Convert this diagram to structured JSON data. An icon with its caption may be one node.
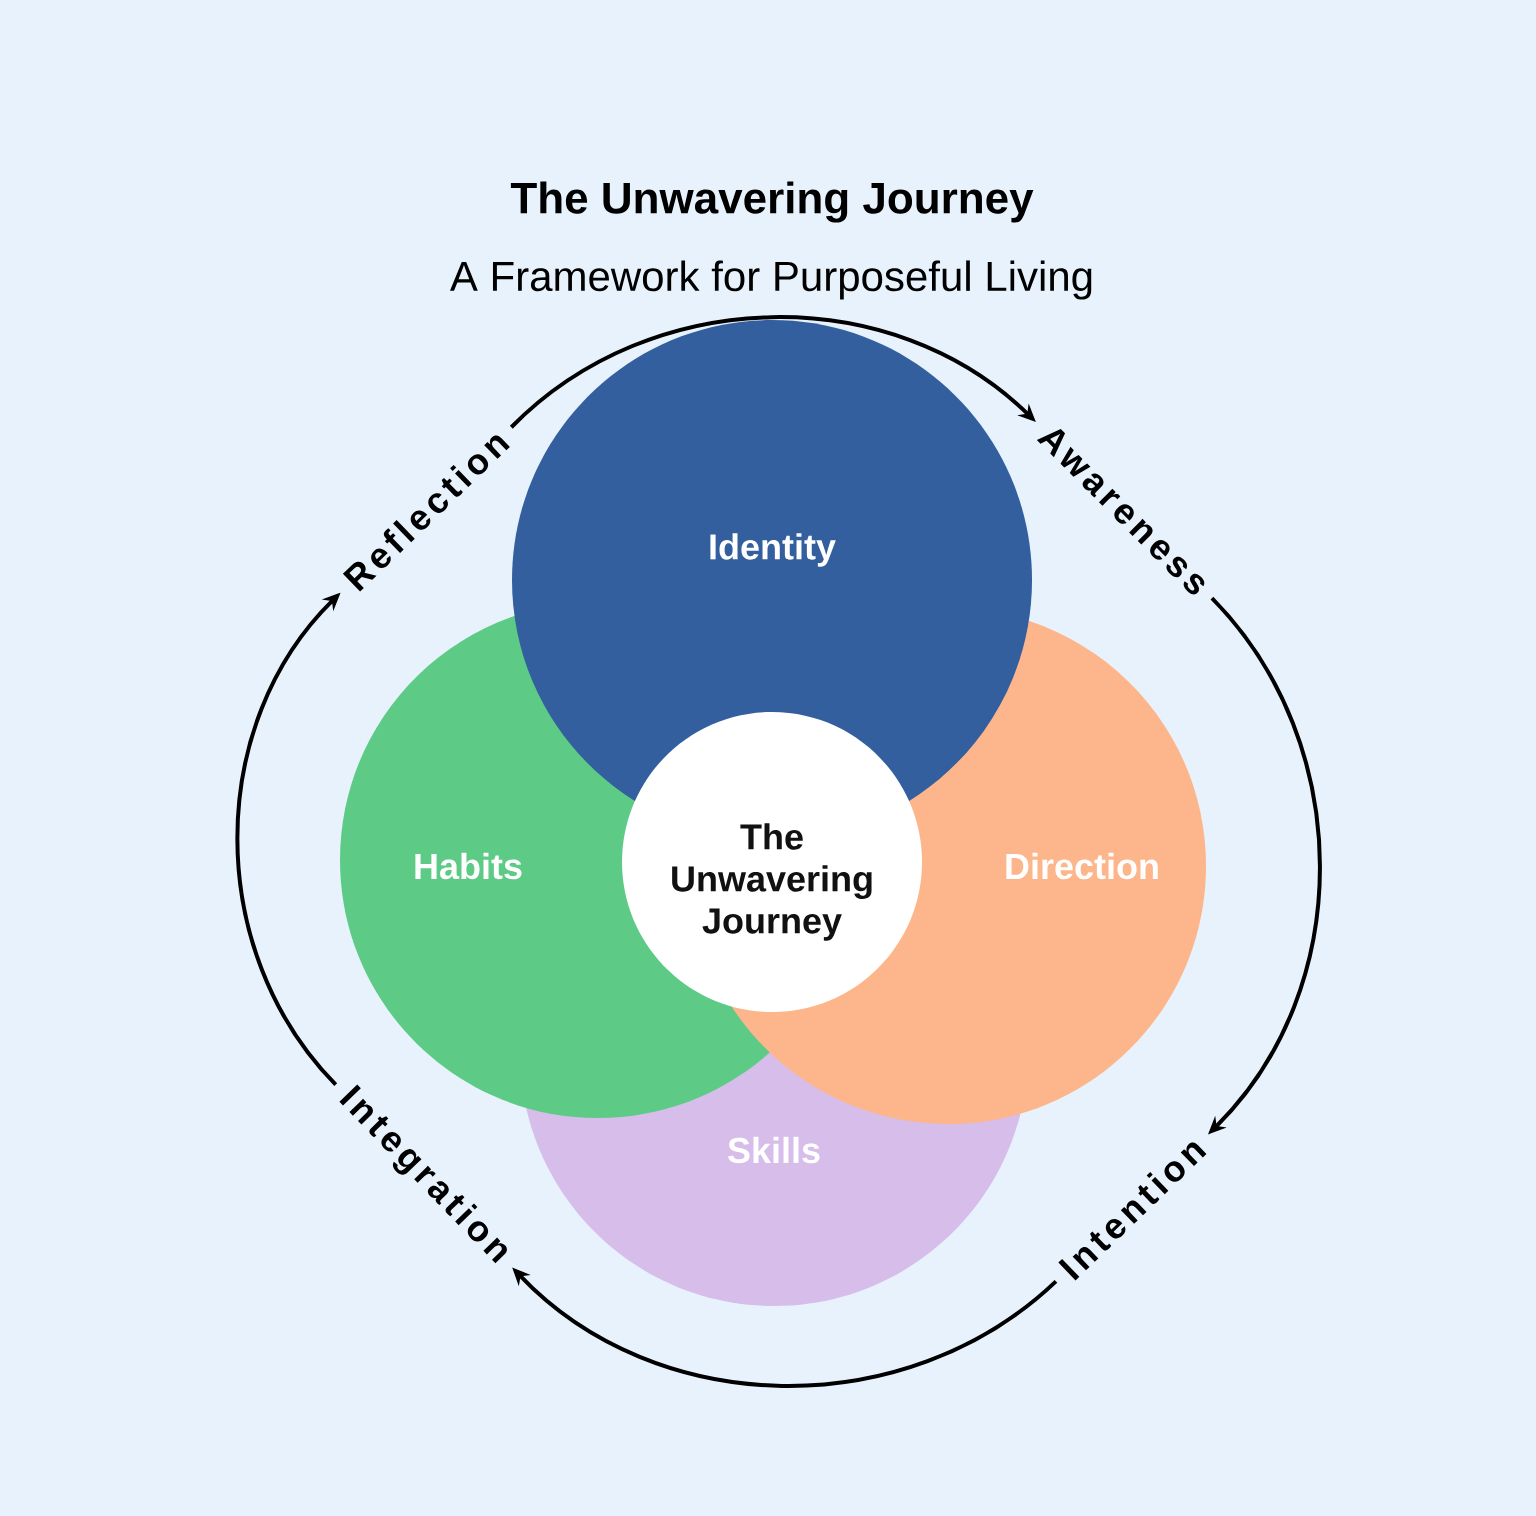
{
  "diagram": {
    "title": "The Unwavering Journey",
    "nodes": [
      {
        "text": [
          "Identity"
        ]
      },
      {
        "text": [
          "Habits"
        ]
      },
      {
        "text": [
          "Direction"
        ]
      },
      {
        "text": [
          "Skills"
        ]
      },
      {
        "text": [
          "The Unwavering Journey"
        ]
      },
      {
        "text": [
          "Reflection"
        ]
      },
      {
        "text": [
          "Awareness"
        ]
      },
      {
        "text": [
          "Intention"
        ]
      },
      {
        "text": [
          "Integration"
        ]
      }
    ],
    "edges": [
      {
        "from": 5,
        "to": 6,
        "arrow": "to"
      },
      {
        "from": 6,
        "to": 7,
        "arrow": "to"
      },
      {
        "from": 7,
        "to": 8,
        "arrow": "to"
      },
      {
        "from": 8,
        "to": 5,
        "arrow": "to"
      }
    ],
    "labels": [
      "A Framework for Purposeful Living"
    ]
  }
}
